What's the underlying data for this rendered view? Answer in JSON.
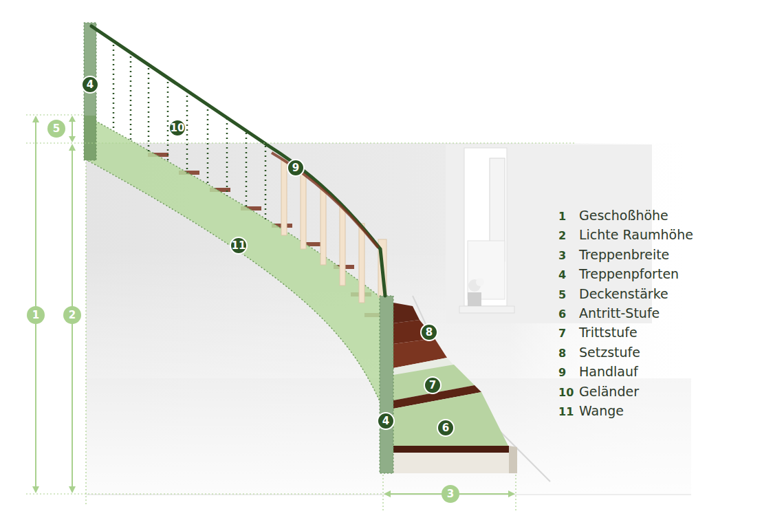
{
  "diagram": {
    "labels": [
      "4",
      "5",
      "10",
      "9",
      "11",
      "1",
      "2",
      "8",
      "7",
      "4",
      "6",
      "3",
      "1",
      "2",
      "3",
      "4",
      "5",
      "6",
      "7",
      "8",
      "9",
      "10",
      "11"
    ],
    "legend": [
      {
        "text": "Geschoßhöhe"
      },
      {
        "text": "Lichte Raumhöhe"
      },
      {
        "text": "Treppenbreite"
      },
      {
        "text": "Treppenpforten"
      },
      {
        "text": "Deckenstärke"
      },
      {
        "text": "Antritt-Stufe"
      },
      {
        "text": "Trittstufe"
      },
      {
        "text": "Setzstufe"
      },
      {
        "text": "Handlauf"
      },
      {
        "text": "Geländer"
      },
      {
        "text": "Wange"
      }
    ]
  }
}
